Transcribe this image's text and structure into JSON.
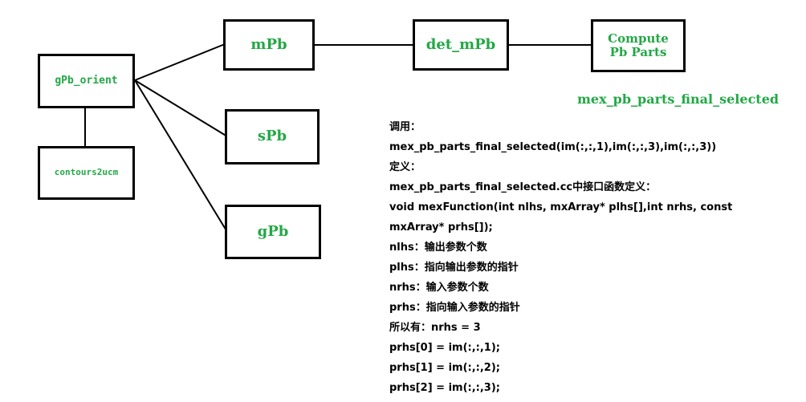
{
  "colors": {
    "node_text": "#22a845",
    "node_border": "#000000",
    "connector": "#000000",
    "note_text": "#000000",
    "background": "#ffffff"
  },
  "nodes": {
    "gpb_orient": "gPb_orient",
    "contours2ucm": "contours2ucm",
    "mpb": "mPb",
    "spb": "sPb",
    "gpb": "gPb",
    "det_mpb": "det_mPb",
    "compute_pb_parts": "Compute\nPb Parts"
  },
  "function_label": "mex_pb_parts_final_selected",
  "notes": [
    "调用：",
    "mex_pb_parts_final_selected(im(:,:,1),im(:,:,3),im(:,:,3))",
    "定义：",
    "mex_pb_parts_final_selected.cc中接口函数定义：",
    "void mexFunction(int nlhs, mxArray* plhs[],int nrhs, const",
    "mxArray* prhs[]);",
    "nlhs：输出参数个数",
    "plhs：指向输出参数的指针",
    "nrhs：输入参数个数",
    "prhs：指向输入参数的指针",
    "所以有：nrhs = 3",
    "prhs[0] = im(:,:,1);",
    "prhs[1] = im(:,:,2);",
    "prhs[2] = im(:,:,3);"
  ]
}
